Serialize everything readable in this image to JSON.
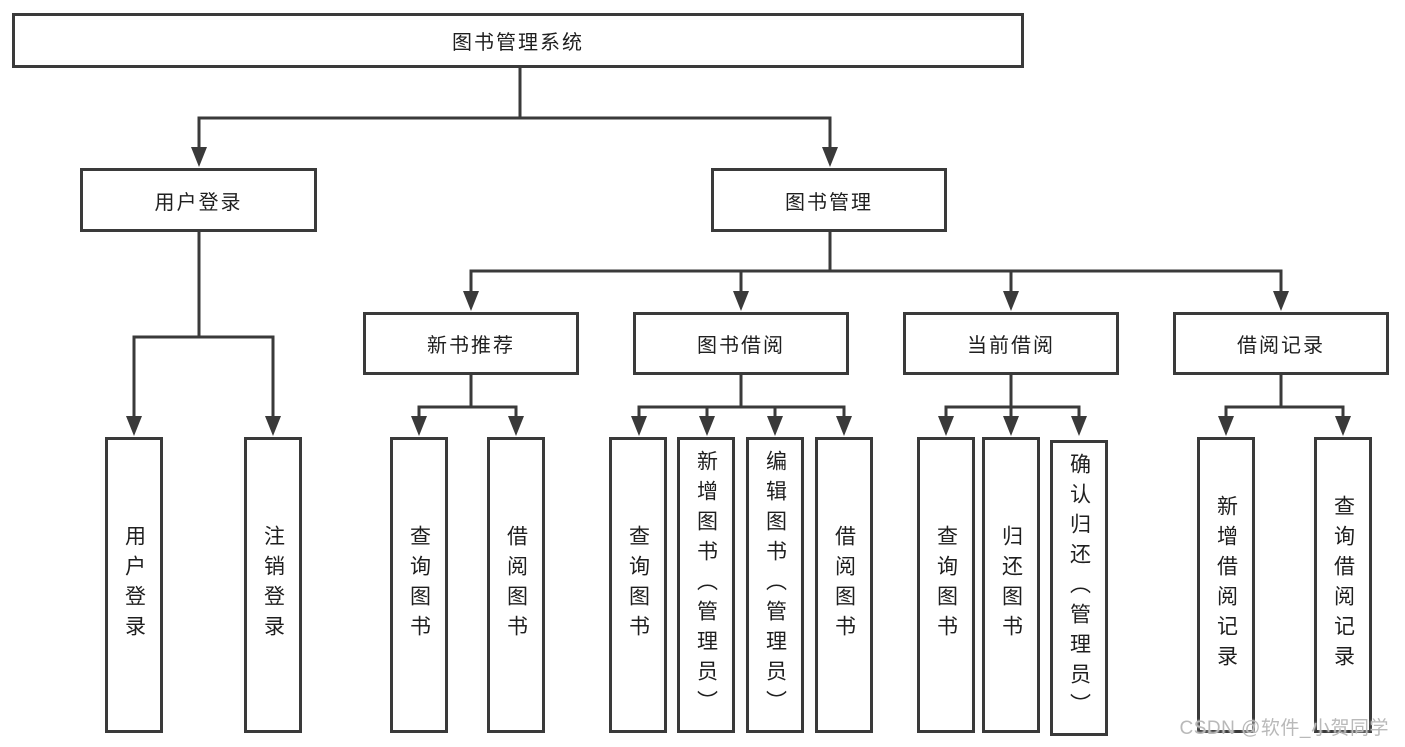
{
  "colors": {
    "line": "#3a3a3a",
    "text": "#1f1f1f",
    "background": "#ffffff",
    "watermark": "#b9b9b9"
  },
  "watermark": {
    "text": "CSDN @软件_小贺同学"
  },
  "diagram": {
    "type": "hierarchy-tree",
    "root": {
      "label": "图书管理系统"
    },
    "branches": [
      {
        "label": "用户登录",
        "children": [
          {
            "label": "用户登录"
          },
          {
            "label": "注销登录"
          }
        ]
      },
      {
        "label": "图书管理",
        "children": [
          {
            "label": "新书推荐",
            "children": [
              {
                "label": "查询图书"
              },
              {
                "label": "借阅图书"
              }
            ]
          },
          {
            "label": "图书借阅",
            "children": [
              {
                "label": "查询图书"
              },
              {
                "label": "新增图书（管理员）"
              },
              {
                "label": "编辑图书（管理员）"
              },
              {
                "label": "借阅图书"
              }
            ]
          },
          {
            "label": "当前借阅",
            "children": [
              {
                "label": "查询图书"
              },
              {
                "label": "归还图书"
              },
              {
                "label": "确认归还（管理员）"
              }
            ]
          },
          {
            "label": "借阅记录",
            "children": [
              {
                "label": "新增借阅记录"
              },
              {
                "label": "查询借阅记录"
              }
            ]
          }
        ]
      }
    ]
  }
}
